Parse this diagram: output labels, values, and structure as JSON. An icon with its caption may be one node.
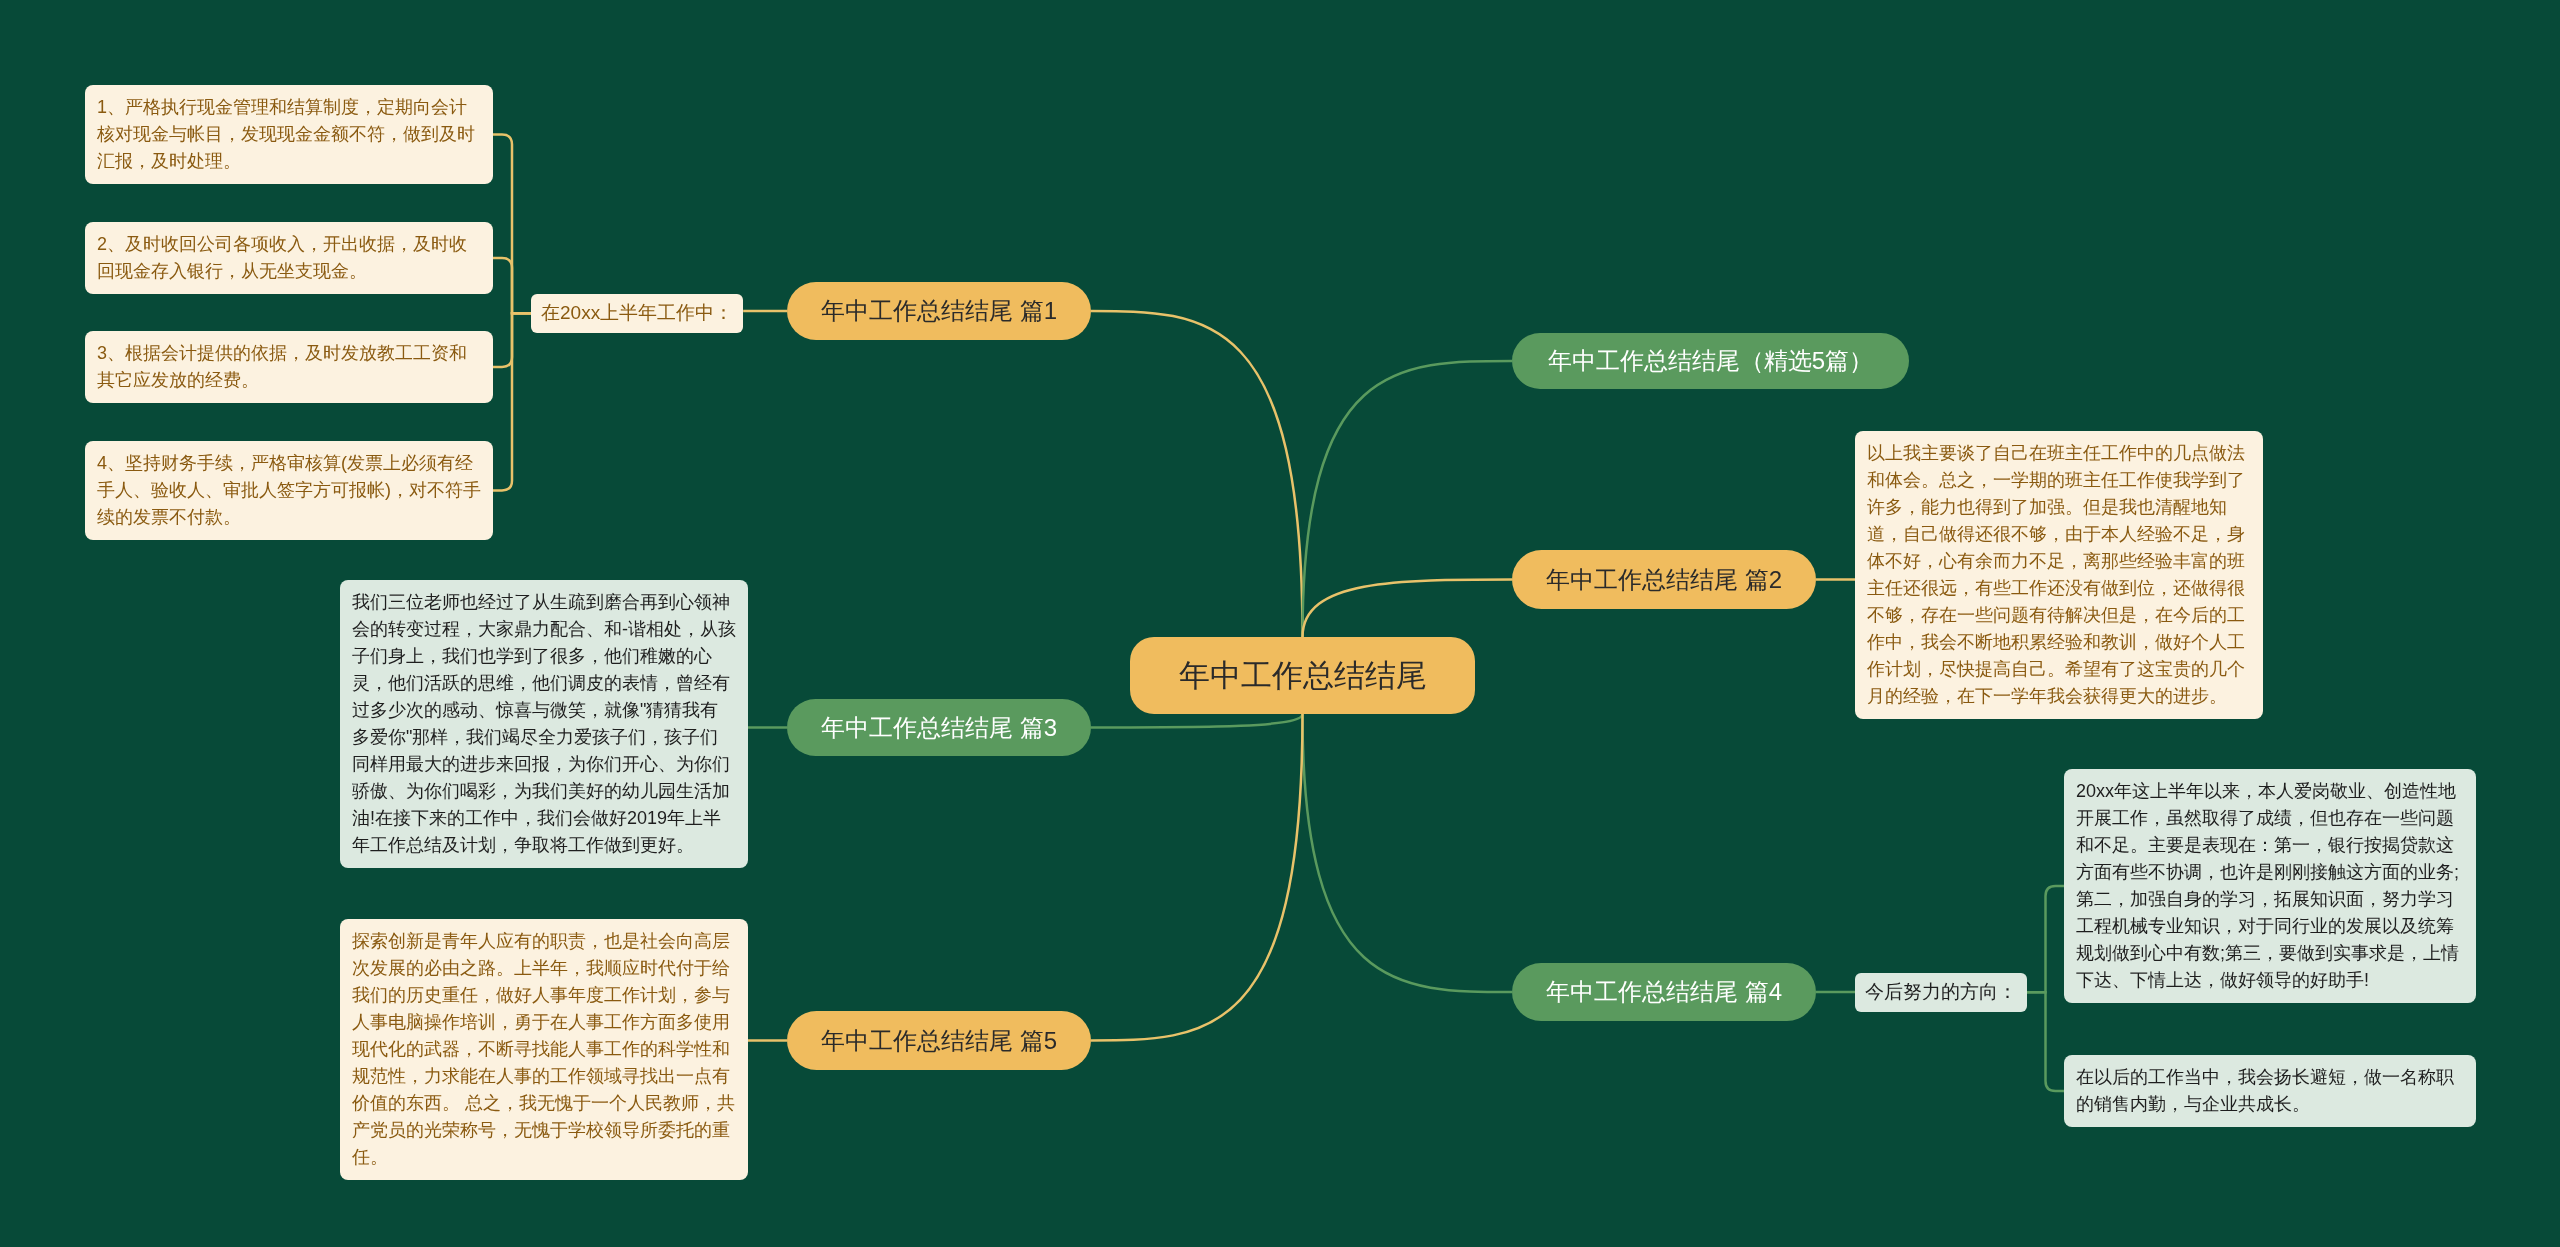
{
  "diagram": {
    "nodes": [
      {
        "text": [
          "年中工作总结结尾"
        ]
      },
      {
        "text": [
          "年中工作总结结尾 篇1"
        ]
      },
      {
        "text": [
          "在20xx上半年工作中："
        ]
      },
      {
        "text": [
          "1、严格执行现金管理和结算制度，定期向会计核对现金与帐目，发现现金金额不符，做到及时汇报，及时处理。"
        ]
      },
      {
        "text": [
          "2、及时收回公司各项收入，开出收据，及时收回现金存入银行，从无坐支现金。"
        ]
      },
      {
        "text": [
          "3、根据会计提供的依据，及时发放教工工资和其它应发放的经费。"
        ]
      },
      {
        "text": [
          "4、坚持财务手续，严格审核算(发票上必须有经手人、验收人、审批人签字方可报帐)，对不符手续的发票不付款。"
        ]
      },
      {
        "text": [
          "年中工作总结结尾（精选5篇）"
        ]
      },
      {
        "text": [
          "年中工作总结结尾 篇2"
        ]
      },
      {
        "text": [
          "以上我主要谈了自己在班主任工作中的几点做法和体会。总之，一学期的班主任工作使我学到了许多，能力也得到了加强。但是我也清醒地知道，自己做得还很不够，由于本人经验不足，身体不好，心有余而力不足，离那些经验丰富的班主任还很远，有些工作还没有做到位，还做得很不够，存在一些问题有待解决但是，在今后的工作中，我会不断地积累经验和教训，做好个人工作计划，尽快提高自己。希望有了这宝贵的几个月的经验，在下一学年我会获得更大的进步。"
        ]
      },
      {
        "text": [
          "年中工作总结结尾 篇3"
        ]
      },
      {
        "text": [
          "我们三位老师也经过了从生疏到磨合再到心领神会的转变过程，大家鼎力配合、和-谐相处，从孩子们身上，我们也学到了很多，他们稚嫩的心灵，他们活跃的思维，他们调皮的表情，曾经有过多少次的感动、惊喜与微笑，就像\"猜猜我有多爱你\"那样，我们竭尽全力爱孩子们，孩子们同样用最大的进步来回报，为你们开心、为你们骄傲、为你们喝彩，为我们美好的幼儿园生活加油!在接下来的工作中，我们会做好2019年上半年工作总结及计划，争取将工作做到更好。"
        ]
      },
      {
        "text": [
          "年中工作总结结尾 篇4"
        ]
      },
      {
        "text": [
          "今后努力的方向："
        ]
      },
      {
        "text": [
          "20xx年这上半年以来，本人爱岗敬业、创造性地开展工作，虽然取得了成绩，但也存在一些问题和不足。主要是表现在：第一，银行按揭贷款这方面有些不协调，也许是刚刚接触这方面的业务;第二，加强自身的学习，拓展知识面，努力学习工程机械专业知识，对于同行业的发展以及统筹规划做到心中有数;第三，要做到实事求是，上情下达、下情上达，做好领导的好助手!"
        ]
      },
      {
        "text": [
          "在以后的工作当中，我会扬长避短，做一名称职的销售内勤，与企业共成长。"
        ]
      },
      {
        "text": [
          "年中工作总结结尾 篇5"
        ]
      },
      {
        "text": [
          "探索创新是青年人应有的职责，也是社会向高层次发展的必由之路。上半年，我顺应时代付于给我们的历史重任，做好人事年度工作计划，参与人事电脑操作培训，勇于在人事工作方面多使用现代化的武器，不断寻找能人事工作的科学性和规范性，力求能在人事的工作领域寻找出一点有价值的东西。 总之，我无愧于一个人民教师，共产党员的光荣称号，无愧于学校领导所委托的重任。"
        ]
      }
    ],
    "edges": [
      {
        "from": 0,
        "to": 1,
        "arrow": "none"
      },
      {
        "from": 1,
        "to": 2,
        "arrow": "none"
      },
      {
        "from": 2,
        "to": 3,
        "arrow": "none"
      },
      {
        "from": 2,
        "to": 4,
        "arrow": "none"
      },
      {
        "from": 2,
        "to": 5,
        "arrow": "none"
      },
      {
        "from": 2,
        "to": 6,
        "arrow": "none"
      },
      {
        "from": 0,
        "to": 7,
        "arrow": "none",
        "color": "#5a9a5e"
      },
      {
        "from": 0,
        "to": 8,
        "arrow": "none"
      },
      {
        "from": 8,
        "to": 9,
        "arrow": "none"
      },
      {
        "from": 0,
        "to": 10,
        "arrow": "none",
        "color": "#5a9a5e"
      },
      {
        "from": 10,
        "to": 11,
        "arrow": "none",
        "color": "#5a9a5e"
      },
      {
        "from": 0,
        "to": 12,
        "arrow": "none",
        "color": "#5a9a5e"
      },
      {
        "from": 12,
        "to": 13,
        "arrow": "none",
        "color": "#5a9a5e"
      },
      {
        "from": 13,
        "to": 14,
        "arrow": "none",
        "color": "#5a9a5e"
      },
      {
        "from": 13,
        "to": 15,
        "arrow": "none",
        "color": "#5a9a5e"
      },
      {
        "from": 0,
        "to": 16,
        "arrow": "none"
      },
      {
        "from": 16,
        "to": 17,
        "arrow": "none"
      }
    ]
  }
}
